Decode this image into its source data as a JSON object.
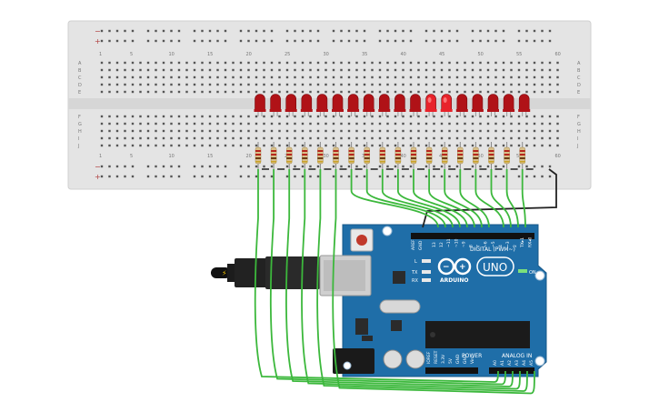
{
  "breadboard": {
    "column_numbers_top": [
      "1",
      "5",
      "10",
      "15",
      "20",
      "25",
      "30",
      "35",
      "40",
      "45",
      "50",
      "55",
      "60"
    ],
    "column_numbers_bottom": [
      "1",
      "5",
      "10",
      "15",
      "20",
      "25",
      "30",
      "35",
      "40",
      "45",
      "50",
      "55",
      "60"
    ],
    "row_letters_top": [
      "A",
      "B",
      "C",
      "D",
      "E"
    ],
    "row_letters_bottom": [
      "F",
      "G",
      "H",
      "I",
      "J"
    ],
    "rail_minus": "−",
    "rail_plus": "+"
  },
  "leds": {
    "count": 18,
    "color_dim": "#b01217",
    "color_bright": "#e8232b"
  },
  "resistors": {
    "count": 18
  },
  "arduino": {
    "logo_text": "ARDUINO",
    "model": "UNO",
    "on_label": "ON",
    "digital_header_label": "DIGITAL (PWM~)",
    "power_label": "POWER",
    "analog_label": "ANALOG IN",
    "l_label": "L",
    "tx_label": "TX",
    "rx_label": "RX",
    "left_header_pins": [
      "AREF",
      "GND"
    ],
    "digital_pins": [
      "13",
      "12",
      "~11",
      "~10",
      "~9",
      "8",
      "7",
      "~6",
      "~5",
      "4",
      "~3",
      "2",
      "TX▸1",
      "RX◂0"
    ],
    "power_pins": [
      "IOREF",
      "RESET",
      "3.3V",
      "5V",
      "GND",
      "GND",
      "Vin"
    ],
    "analog_pins": [
      "A0",
      "A1",
      "A2",
      "A3",
      "A4",
      "A5"
    ],
    "board_color": "#1f6ea8"
  },
  "wires": {
    "color": "#3cb83c",
    "ground_color": "#222222"
  }
}
